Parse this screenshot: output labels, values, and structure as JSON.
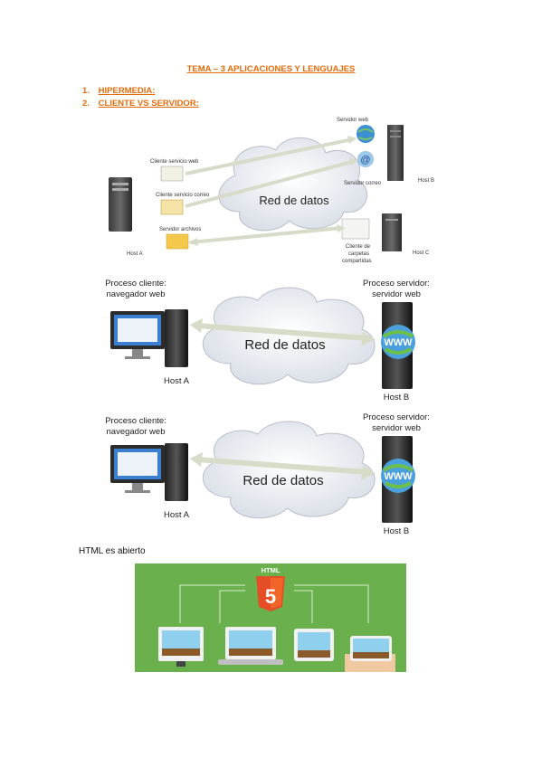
{
  "title": "TEMA – 3 APLICACIONES Y LENGUAJES",
  "list": [
    {
      "num": "1.",
      "label": "HIPERMEDIA:"
    },
    {
      "num": "2.",
      "label": "CLIENTE VS SERVIDOR:"
    }
  ],
  "diagram1": {
    "cloud": "Red de datos",
    "cliente_web": "Cliente servicio web",
    "cliente_correo": "Cliente servicio correo",
    "servidor_archivos": "Servidor archivos",
    "host_a": "Host A",
    "servidor_web": "Servidor web",
    "servidor_correo": "Servidor correo",
    "host_b": "Host B",
    "cliente_carpetas_1": "Cliente de",
    "cliente_carpetas_2": "carpetas",
    "cliente_carpetas_3": "compartidas",
    "host_c": "Host C"
  },
  "diagram2": {
    "proceso_cliente_1": "Proceso cliente:",
    "proceso_cliente_2": "navegador web",
    "proceso_servidor_1": "Proceso servidor:",
    "proceso_servidor_2": "servidor web",
    "cloud": "Red de datos",
    "host_a": "Host A",
    "host_b": "Host B",
    "www": "WWW"
  },
  "diagram3": {
    "proceso_cliente_1": "Proceso cliente:",
    "proceso_cliente_2": "navegador web",
    "proceso_servidor_1": "Proceso servidor:",
    "proceso_servidor_2": "servidor web",
    "cloud": "Red de datos",
    "host_a": "Host A",
    "host_b": "Host B",
    "www": "WWW"
  },
  "caption": "HTML es abierto",
  "html_banner": {
    "logo_text": "HTML",
    "logo_number": "5",
    "background": "#6ab04c",
    "shield_color": "#e44d26"
  }
}
